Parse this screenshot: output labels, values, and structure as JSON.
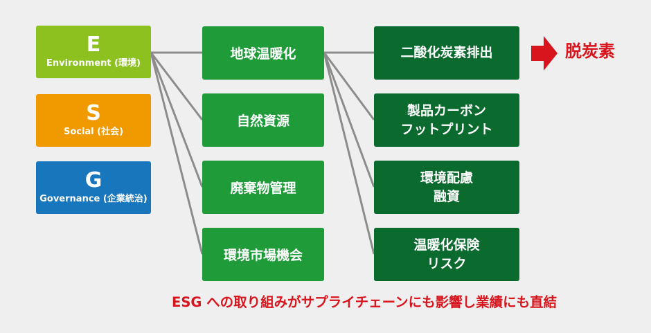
{
  "esg": [
    {
      "letter": "E",
      "label": "Environment (環境)",
      "color": "#8cc11f"
    },
    {
      "letter": "S",
      "label": "Social (社会)",
      "color": "#f09a00"
    },
    {
      "letter": "G",
      "label": "Governance (企業統治)",
      "color": "#1876bd"
    }
  ],
  "environmental_themes": [
    "地球温暖化",
    "自然資源",
    "廃棄物管理",
    "環境市場機会"
  ],
  "climate_impacts": [
    {
      "lines": [
        "二酸化炭素排出"
      ]
    },
    {
      "lines": [
        "製品カーボン",
        "フットプリント"
      ]
    },
    {
      "lines": [
        "環境配慮",
        "融資"
      ]
    },
    {
      "lines": [
        "温暖化保険",
        "リスク"
      ]
    }
  ],
  "outcome": "脱炭素",
  "footer": "ESG への取り組みがサプライチェーンにも影響し業績にも直結",
  "colors": {
    "background": "#efefef",
    "theme_box": "#1f9b3a",
    "impact_box": "#0b6a2e",
    "accent_red": "#d8141c",
    "connector": "#8c8c8c"
  }
}
